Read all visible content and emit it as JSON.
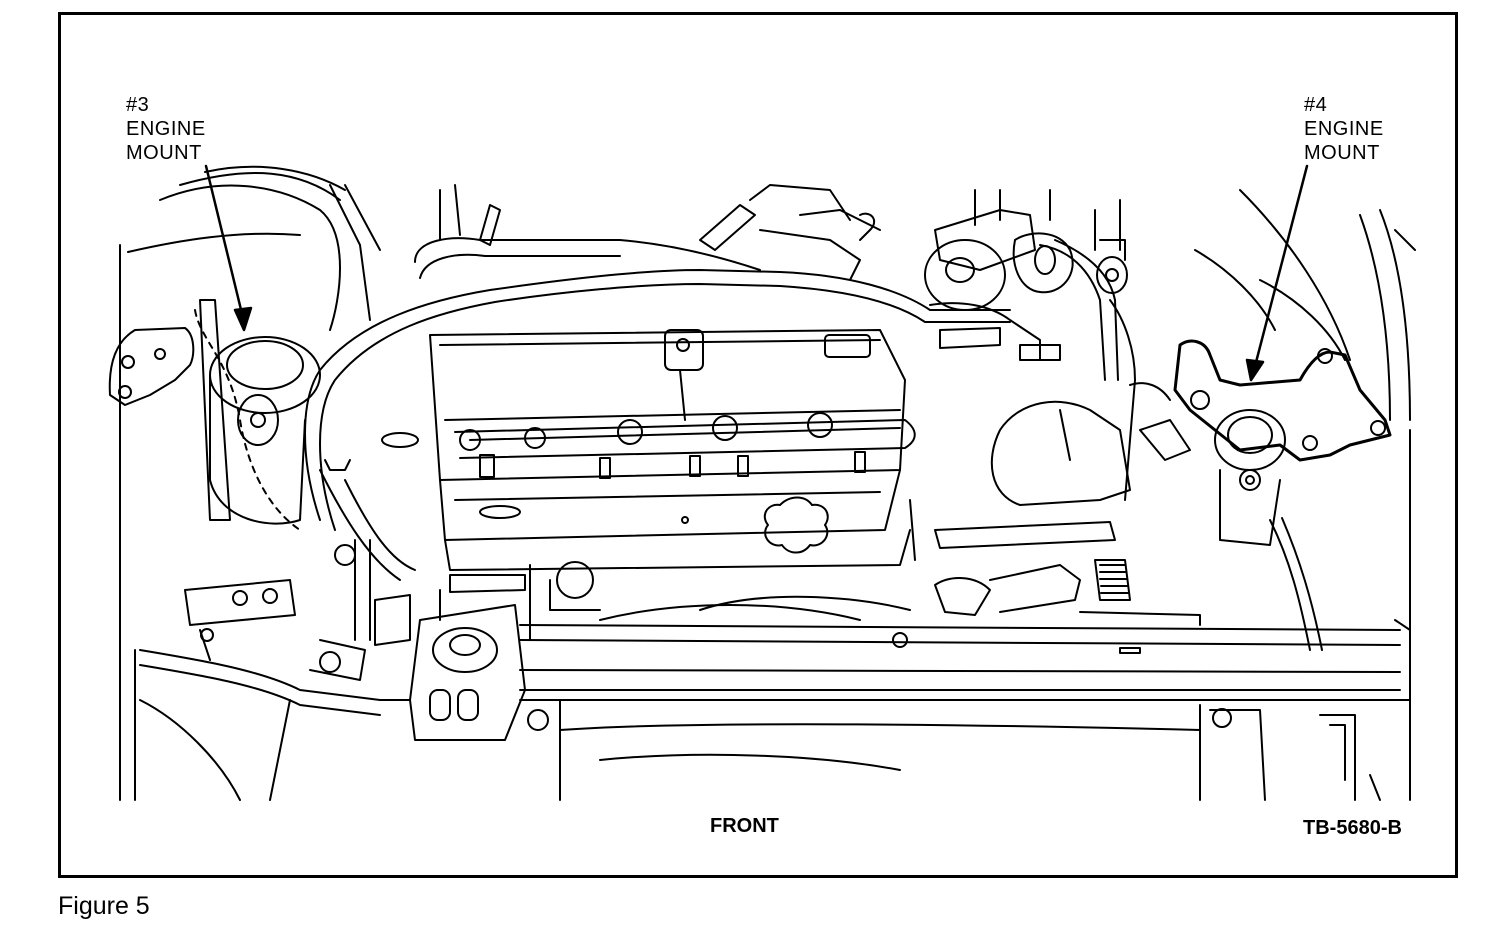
{
  "diagram": {
    "callouts": {
      "left": {
        "line1": "#3",
        "line2": "ENGINE",
        "line3": "MOUNT"
      },
      "right": {
        "line1": "#4",
        "line2": "ENGINE",
        "line3": "MOUNT"
      }
    },
    "orientation_label": "FRONT",
    "figure_code": "TB-5680-B"
  },
  "caption": "Figure 5"
}
